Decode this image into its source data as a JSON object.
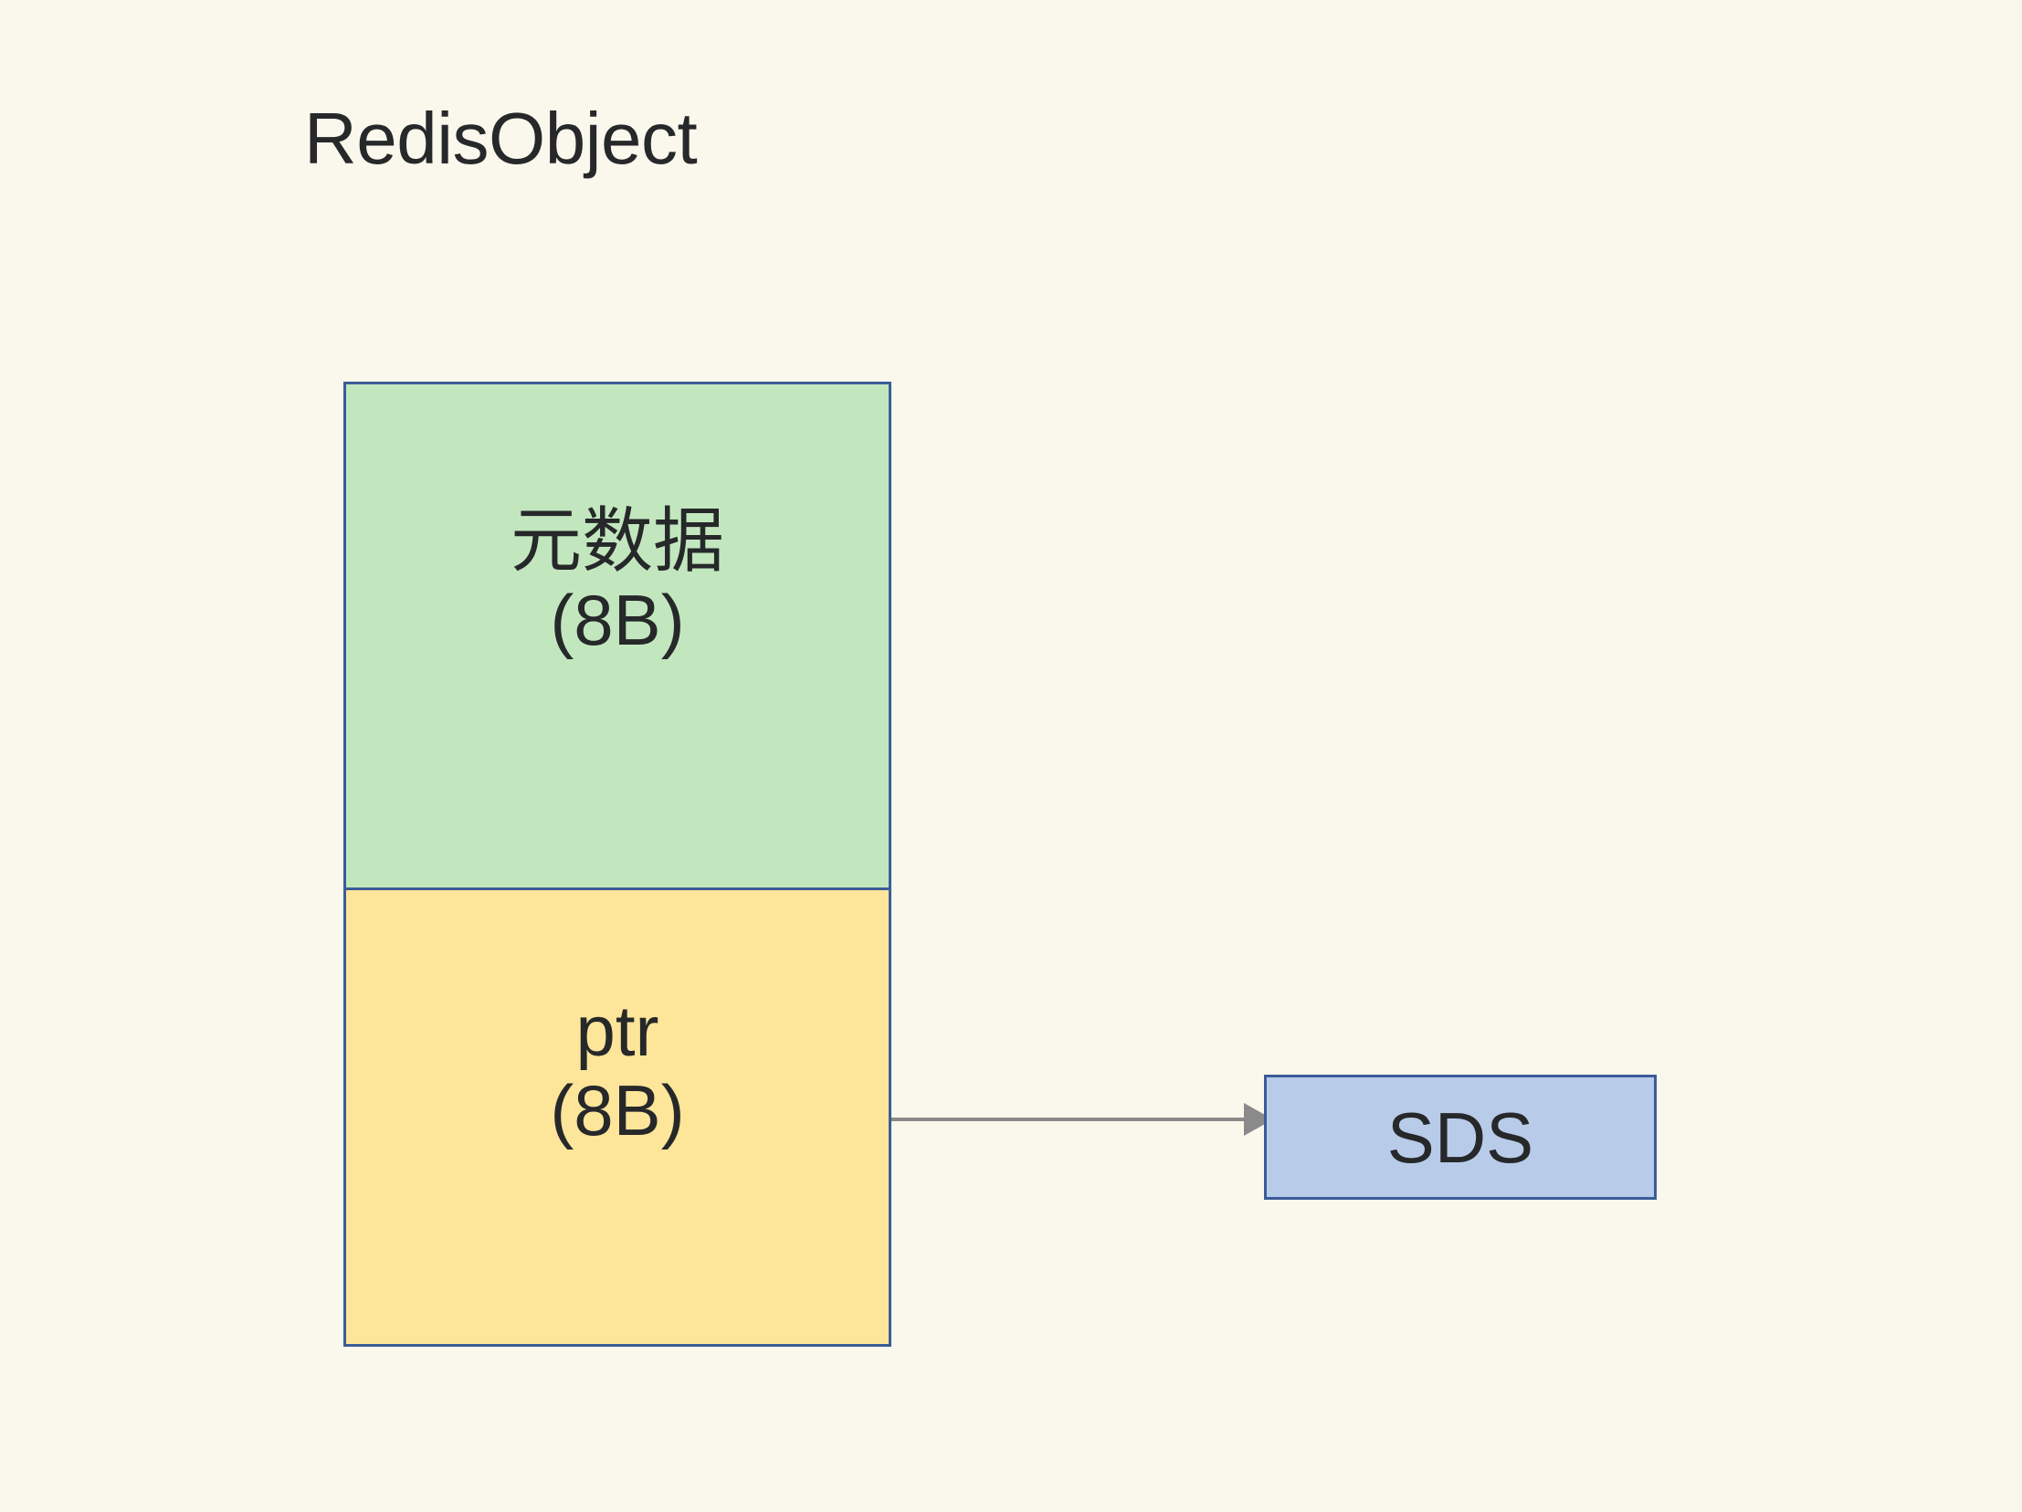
{
  "diagram": {
    "title": "RedisObject",
    "background_color": "#faf8ec",
    "text_color": "#26282a",
    "border_color": "#3b5c97",
    "arrow_color": "#8a8a8a"
  },
  "redisobject": {
    "fields": [
      {
        "name": "metadata",
        "label": "元数据",
        "size": "(8B)",
        "fill_color": "#c2e7be"
      },
      {
        "name": "ptr",
        "label": "ptr",
        "size": "(8B)",
        "fill_color": "#fde599"
      }
    ]
  },
  "sds": {
    "label": "SDS",
    "fill_color": "#b8cce9"
  },
  "connector": {
    "name": "ptr-to-sds",
    "from": "ptr",
    "to": "SDS",
    "style": "solid-line-with-filled-arrowhead",
    "color": "#8a8a8a"
  }
}
